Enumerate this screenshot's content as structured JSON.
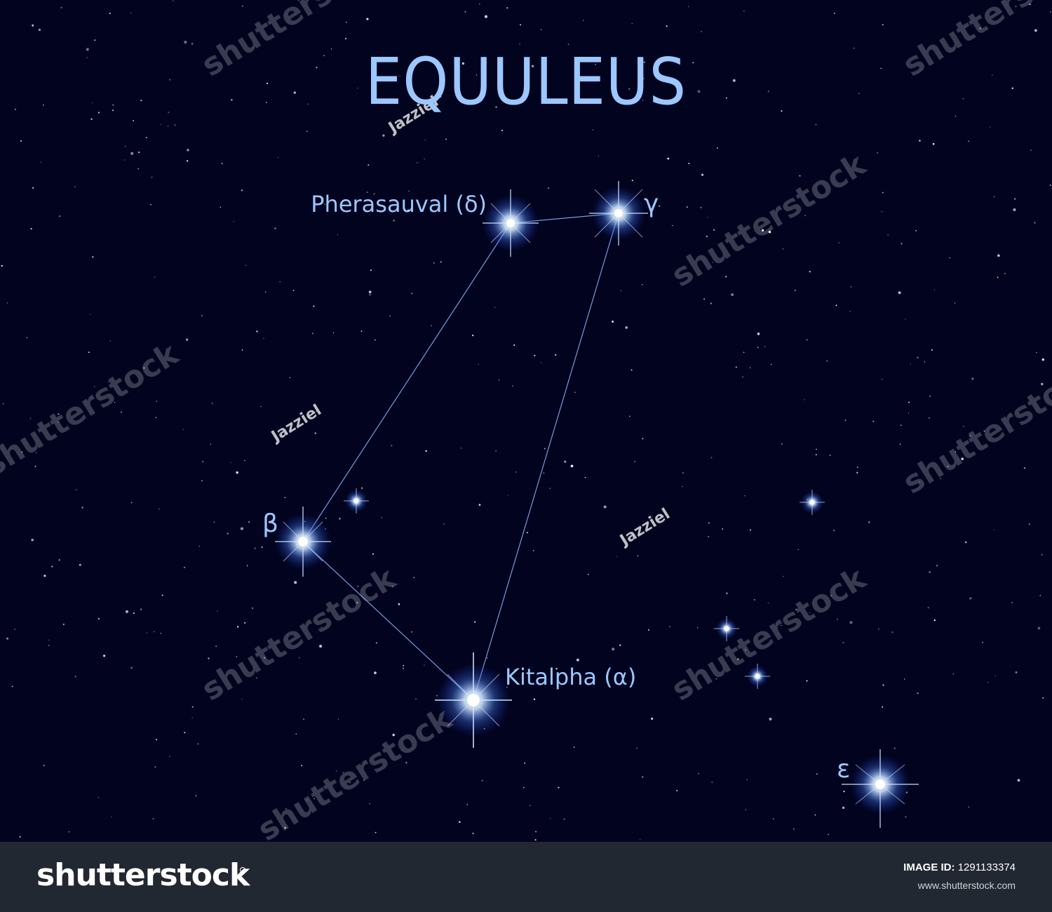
{
  "title": "EQUULEUS",
  "colors": {
    "background": "#02041f",
    "label": "#9cc7ff",
    "line": "#8fb4ff",
    "footer": "#222831"
  },
  "stars": [
    {
      "name": "Pherasauval (δ)",
      "key": "delta",
      "magnitude": 4.5
    },
    {
      "name": "γ",
      "key": "gamma",
      "magnitude": 4.7
    },
    {
      "name": "β",
      "key": "beta",
      "magnitude": 5.2
    },
    {
      "name": "Kitalpha (α)",
      "key": "alpha",
      "magnitude": 3.9
    },
    {
      "name": "ε",
      "key": "epsilon",
      "magnitude": 5.3
    }
  ],
  "constellation_lines": [
    [
      "delta",
      "gamma"
    ],
    [
      "delta",
      "beta"
    ],
    [
      "gamma",
      "alpha"
    ],
    [
      "beta",
      "alpha"
    ]
  ],
  "watermarks": {
    "brand": "shutterstock",
    "author": "Jazziel"
  },
  "footer": {
    "brand": "shutterstock",
    "image_id_label": "IMAGE ID:",
    "image_id": "1291133374",
    "site": "www.shutterstock.com"
  }
}
